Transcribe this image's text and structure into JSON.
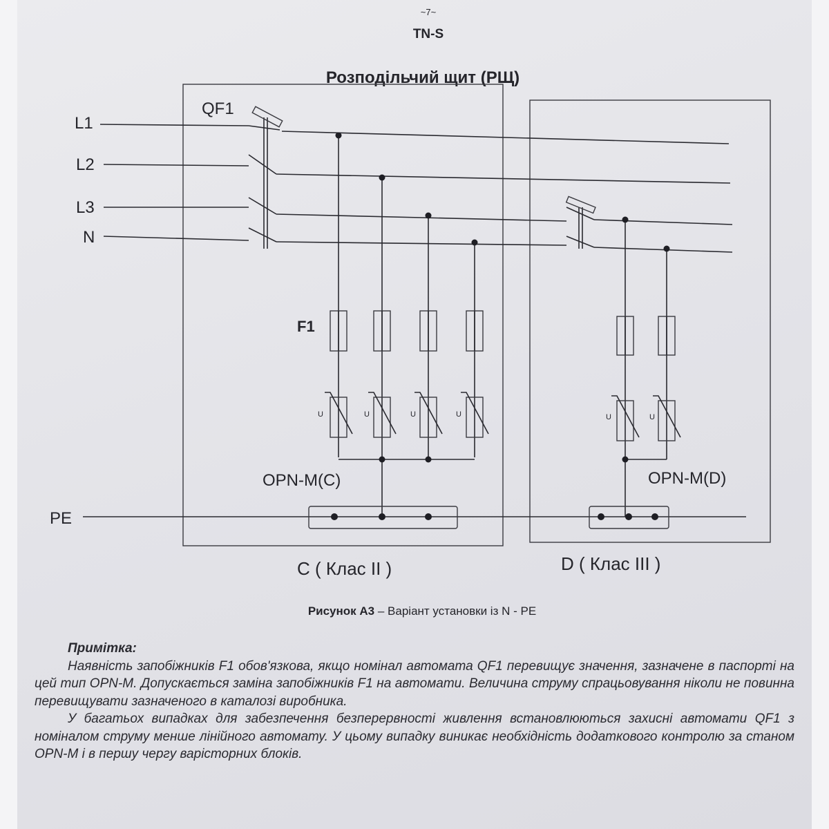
{
  "header": {
    "page_number": "~7~",
    "system": "TN-S",
    "title": "Розподільчий щит  (РЩ)"
  },
  "diagram": {
    "lines": [
      "L1",
      "L2",
      "L3",
      "N",
      "PE"
    ],
    "breaker": "QF1",
    "fuse": "F1",
    "varistor_symbol": "U",
    "device_c": "OPN-M(C)",
    "device_d": "OPN-M(D)",
    "class_c": "C (  Клас II )",
    "class_d": "D (  Клас III )"
  },
  "caption": {
    "label": "Рисунок А3",
    "text": " – Варіант установки  із N - PE"
  },
  "note": {
    "heading": "Примітка:",
    "p1": "Наявність запобіжників F1 обов'язкова, якщо номінал автомата QF1 перевищує значення, зазначене в паспорті на цей тип OPN-M. Допускається заміна запобіжників F1 на автомати. Величина струму спрацьовування ніколи не повинна перевищувати зазначеного в каталозі виробника.",
    "p2": "У багатьох випадках для забезпечення безперервності живлення встановлюються захисні автомати QF1 з номіналом струму менше лінійного автомату. У цьому випадку виникає необхідність додаткового контролю за станом OPN-M і в першу чергу варісторних блоків."
  }
}
